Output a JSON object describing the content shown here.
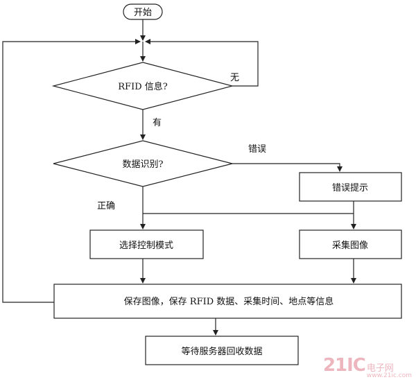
{
  "nodes": {
    "start": "开始",
    "rfid_decision": "RFID 信息?",
    "data_decision": "数据识别?",
    "error_tip": "错误提示",
    "select_mode": "选择控制模式",
    "capture_image": "采集图像",
    "save_info": "保存图像，保存 RFID 数据、采集时间、地点等信息",
    "wait_server": "等待服务器回收数据"
  },
  "edge_labels": {
    "none": "无",
    "has": "有",
    "error": "错误",
    "correct": "正确"
  },
  "watermark": {
    "main": "21IC",
    "sub": "电子网",
    "url": "www.21ic.com"
  }
}
